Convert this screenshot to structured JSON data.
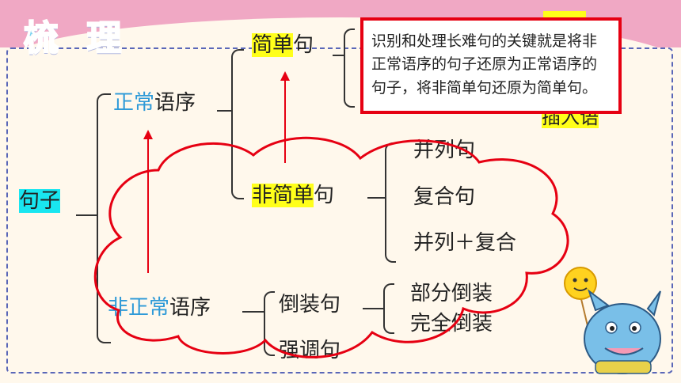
{
  "title": "梳 理",
  "root": "句子",
  "normal_order": {
    "pre": "正常",
    "post": "语序"
  },
  "simple": {
    "hl": "简单",
    "post": "句"
  },
  "non_simple": {
    "hl": "非简单",
    "post": "句"
  },
  "non_simple_children": [
    "并列句",
    "复合句",
    "并列＋复合"
  ],
  "abnormal_order": {
    "pre": "非正常",
    "post": "语序"
  },
  "abnormal_children": [
    "倒装句",
    "强调句"
  ],
  "inversion_children": [
    "部分倒装",
    "完全倒装"
  ],
  "hidden_label": "插入语",
  "note_text": "识别和处理长难句的关键就是将非正常语序的句子还原为正常语序的句子，将非简单句还原为简单句。"
}
